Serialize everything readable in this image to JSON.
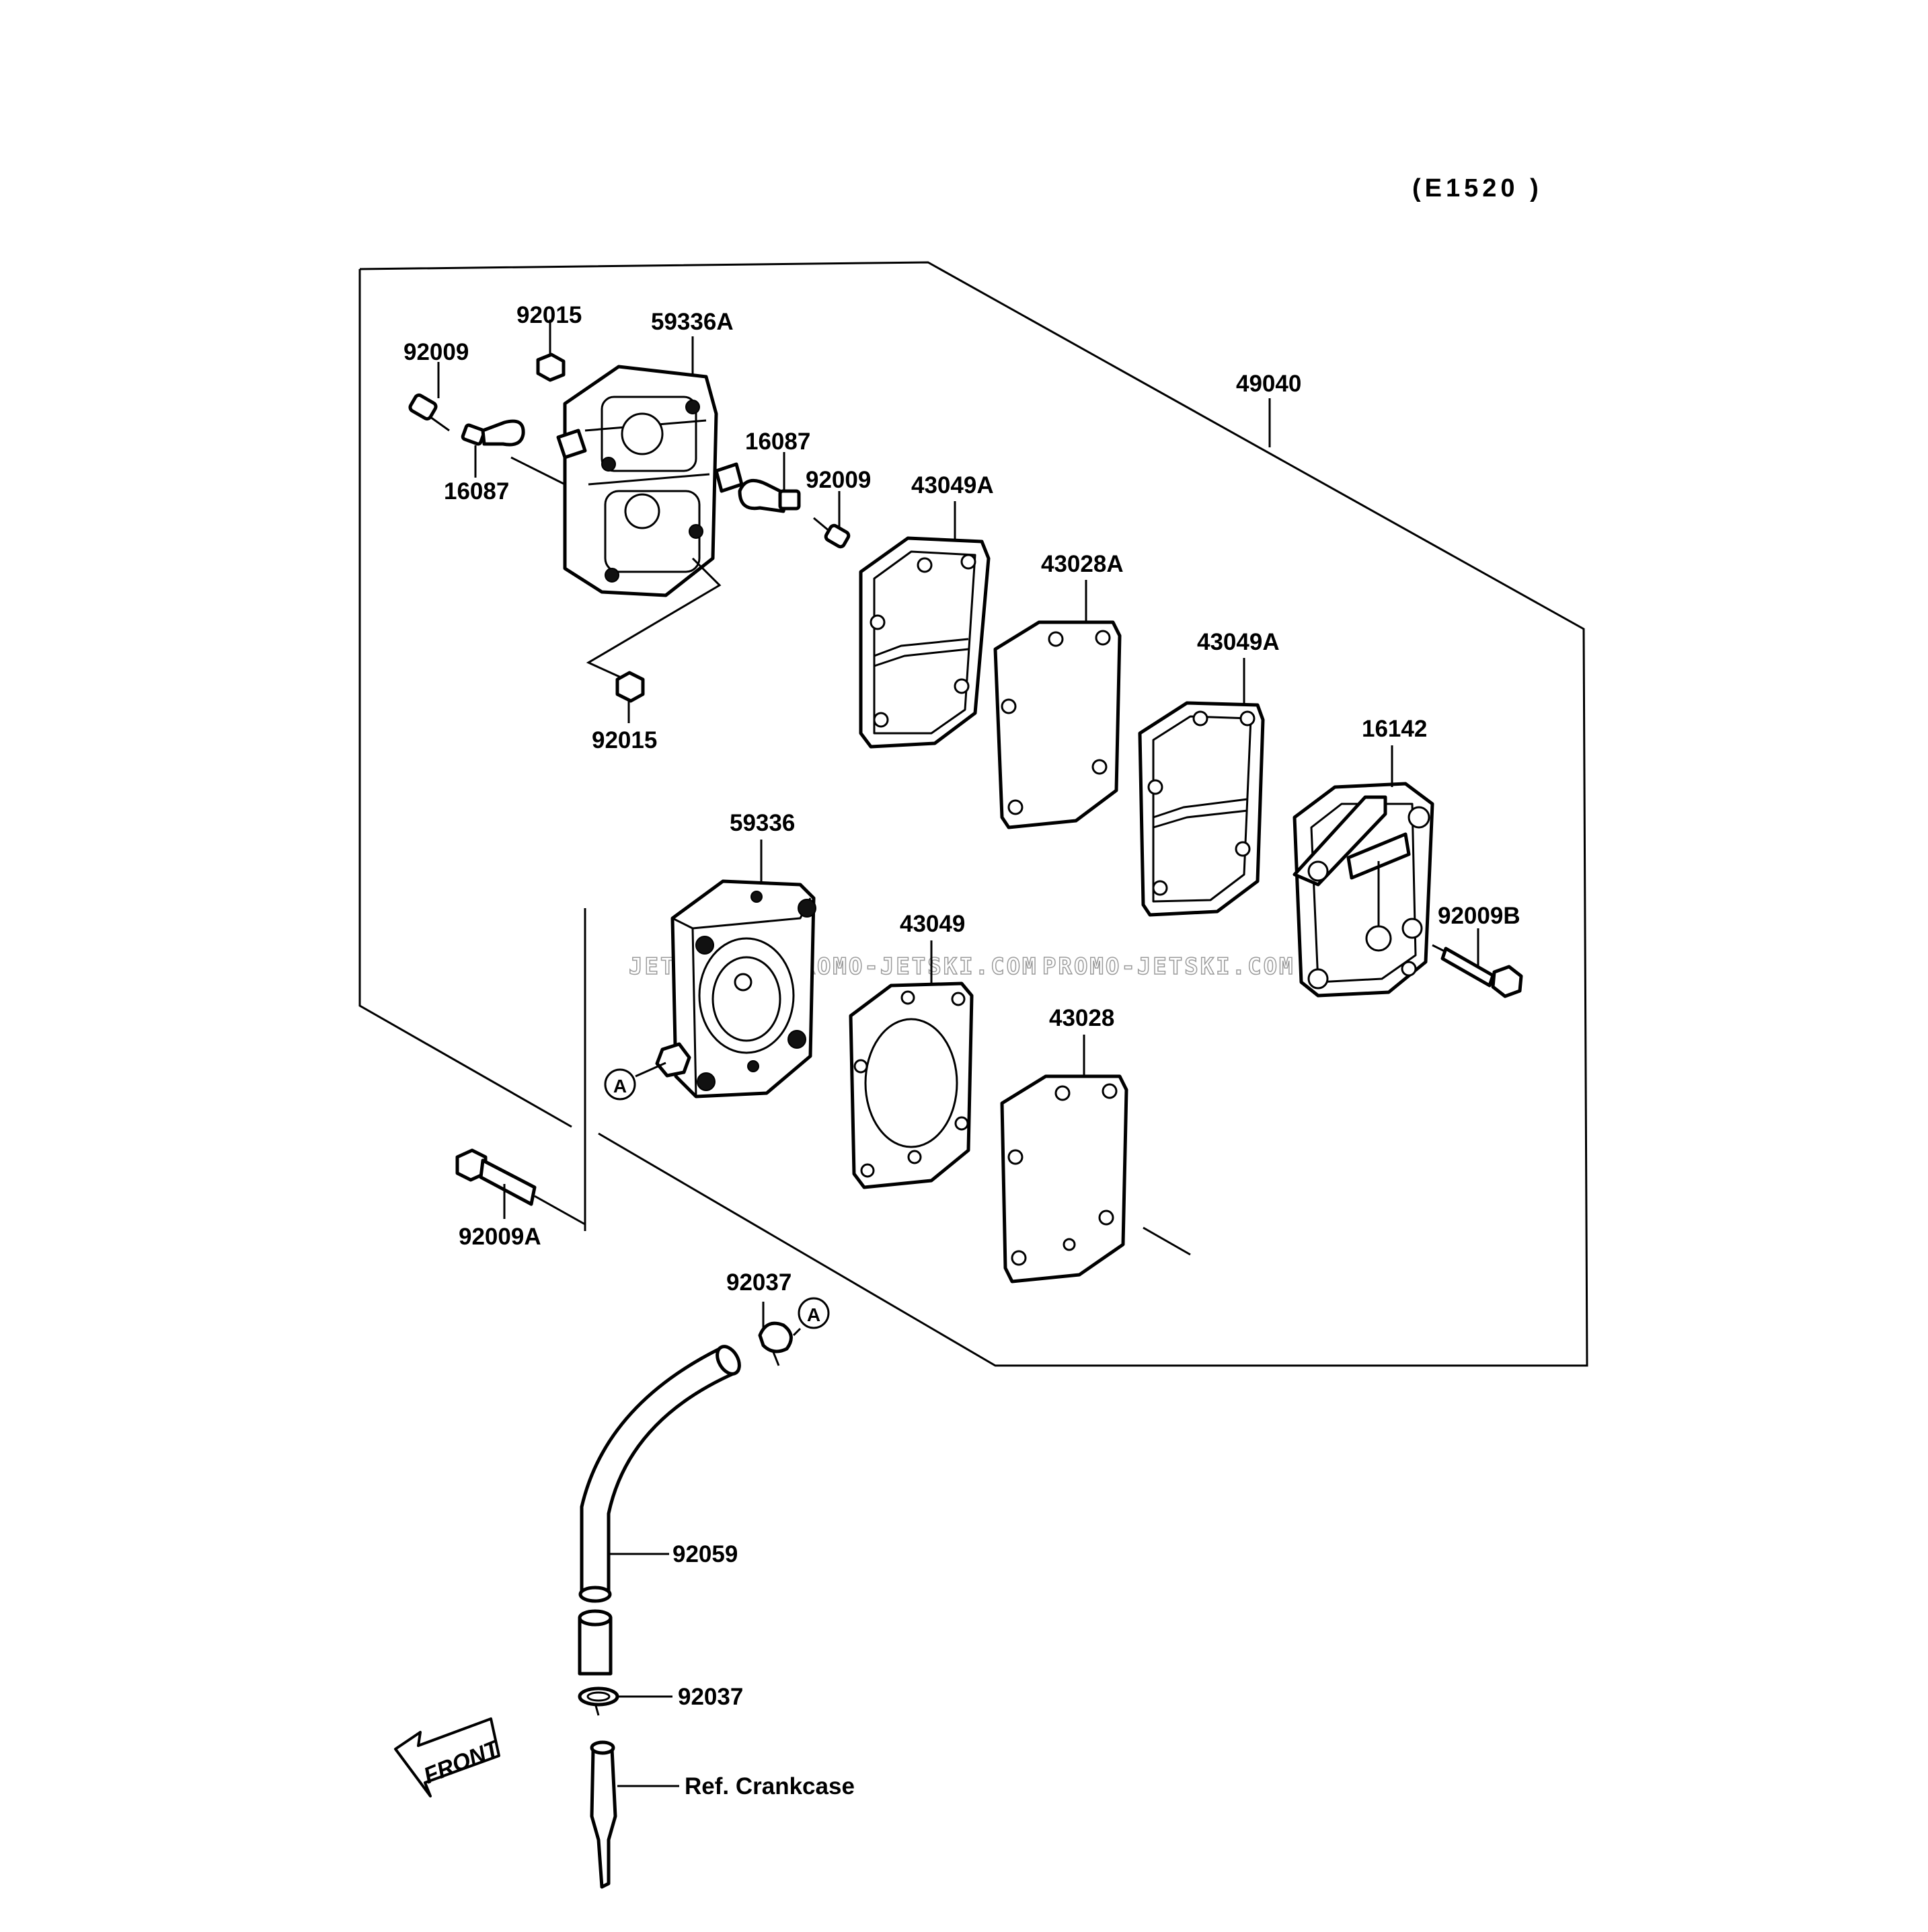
{
  "diagram_code": "(E1520 )",
  "labels": {
    "p49040": "49040",
    "p92015_top": "92015",
    "p59336A": "59336A",
    "p92009_left": "92009",
    "p16087_left": "16087",
    "p16087_right": "16087",
    "p92009_right": "92009",
    "p43049A_1": "43049A",
    "p43028A": "43028A",
    "p43049A_2": "43049A",
    "p92015_bottom": "92015",
    "p16142": "16142",
    "p59336": "59336",
    "p92009B": "92009B",
    "p43049": "43049",
    "p43028": "43028",
    "p92009A": "92009A",
    "p92037_top": "92037",
    "p92059": "92059",
    "p92037_bottom": "92037",
    "ref_crankcase": "Ref. Crankcase"
  },
  "markers": {
    "a_left": "A",
    "a_right": "A"
  },
  "front_arrow": "FRONT",
  "watermarks": [
    "JETSKI.COM",
    "PROMO-JETSKI.COM",
    "PROMO-JETSKI.COM"
  ]
}
